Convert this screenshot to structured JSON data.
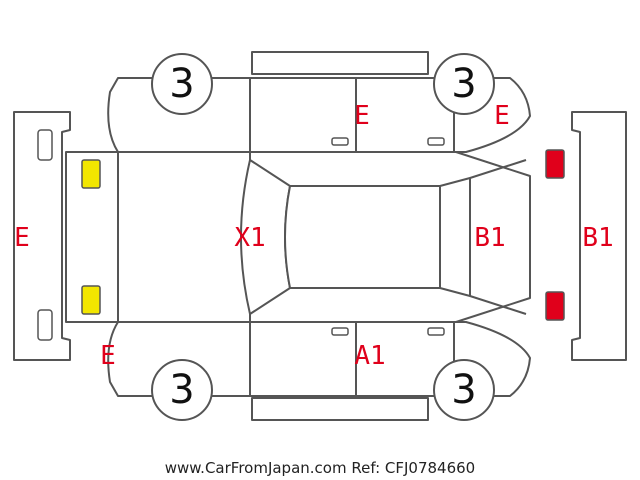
{
  "diagram": {
    "wheel_labels": [
      "3",
      "3",
      "3",
      "3"
    ],
    "damage_codes": {
      "roof_upper": "E",
      "front_right_fender": "E",
      "front_bumper": "E",
      "front_left_fender": "E",
      "hood": "X1",
      "rear_glass": "B1",
      "rear_bumper": "B1",
      "lower_doors": "A1"
    },
    "colors": {
      "damage_code": "#e0001b",
      "front_lamps": "#f2e600",
      "rear_lamps": "#e0001b",
      "outline": "#555555"
    }
  },
  "footer": {
    "credit": "www.CarFromJapan.com Ref: CFJ0784660"
  }
}
